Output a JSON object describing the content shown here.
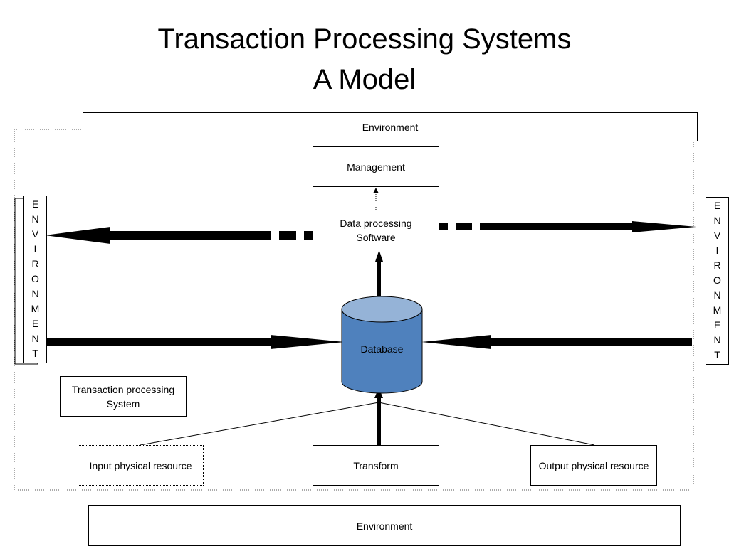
{
  "title": {
    "line1": "Transaction Processing Systems",
    "line2": "A Model"
  },
  "environment_top": "Environment",
  "environment_bottom": "Environment",
  "environment_side_letters": [
    "E",
    "N",
    "V",
    "I",
    "R",
    "O",
    "N",
    "M",
    "E",
    "N",
    "T"
  ],
  "management": "Management",
  "data_processing": {
    "line1": "Data processing",
    "line2": "Software"
  },
  "database": "Database",
  "tps": {
    "line1": "Transaction processing",
    "line2": "System"
  },
  "input_resource": "Input physical resource",
  "transform": "Transform",
  "output_resource": "Output physical resource",
  "colors": {
    "database_fill": "#4f81bd",
    "database_top": "#95b3d7",
    "line": "#000000"
  }
}
